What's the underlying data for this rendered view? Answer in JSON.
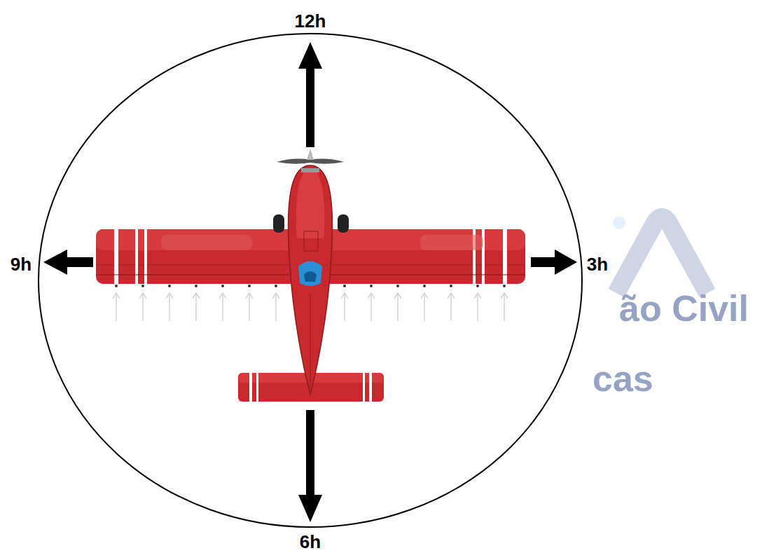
{
  "diagram": {
    "labels": [
      "12h",
      "9h",
      "3h",
      "6h",
      "ão Civil",
      "cas"
    ]
  }
}
